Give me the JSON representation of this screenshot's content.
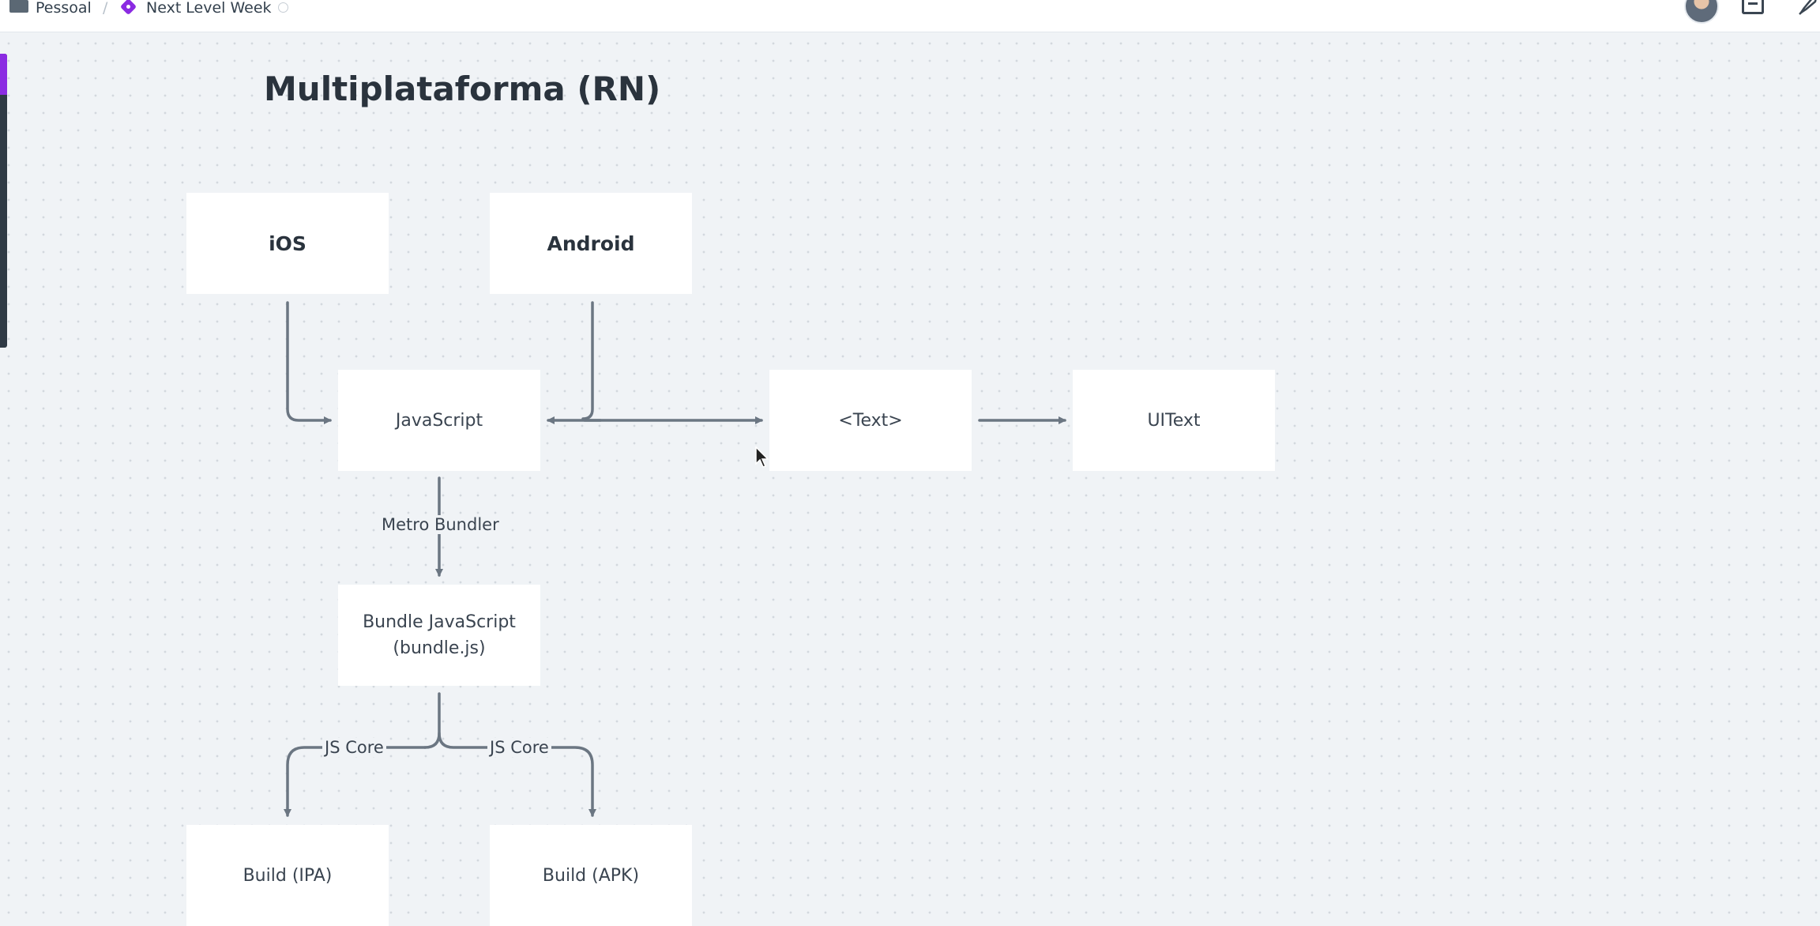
{
  "breadcrumb": {
    "workspace": "Pessoal",
    "separator": "/",
    "project": "Next Level Week"
  },
  "diagram": {
    "title": "Multiplataforma (RN)",
    "nodes": {
      "ios": "iOS",
      "android": "Android",
      "javascript": "JavaScript",
      "text": "<Text>",
      "uitext": "UIText",
      "bundle": "Bundle JavaScript\n(bundle.js)",
      "build_ipa": "Build (IPA)",
      "build_apk": "Build (APK)"
    },
    "edge_labels": {
      "metro": "Metro Bundler",
      "jscore_left": "JS Core",
      "jscore_right": "JS Core"
    }
  },
  "colors": {
    "brand": "#8b2be2",
    "canvas": "#f0f3f6",
    "edge": "#6b7682"
  }
}
